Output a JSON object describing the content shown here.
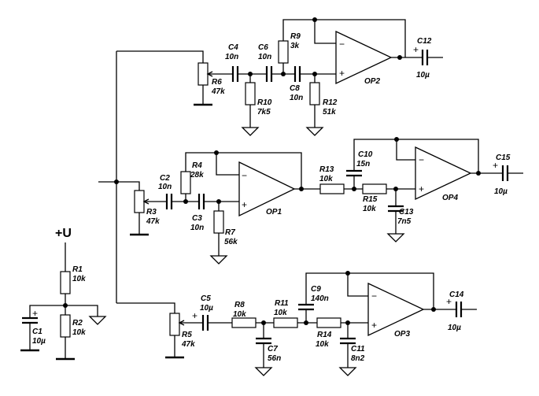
{
  "supply": {
    "label": "+U"
  },
  "components": {
    "R1": {
      "name": "R1",
      "value": "10k"
    },
    "R2": {
      "name": "R2",
      "value": "10k"
    },
    "C1": {
      "name": "C1",
      "value": "10µ"
    },
    "R3": {
      "name": "R3",
      "value": "47k"
    },
    "R4": {
      "name": "R4",
      "value": "28k"
    },
    "R5": {
      "name": "R5",
      "value": "47k"
    },
    "R6": {
      "name": "R6",
      "value": "47k"
    },
    "R7": {
      "name": "R7",
      "value": "56k"
    },
    "R8": {
      "name": "R8",
      "value": "10k"
    },
    "R9": {
      "name": "R9",
      "value": "3k"
    },
    "R10": {
      "name": "R10",
      "value": "7k5"
    },
    "R11": {
      "name": "R11",
      "value": "10k"
    },
    "R12": {
      "name": "R12",
      "value": "51k"
    },
    "R13": {
      "name": "R13",
      "value": "10k"
    },
    "R14": {
      "name": "R14",
      "value": "10k"
    },
    "R15": {
      "name": "R15",
      "value": "10k"
    },
    "C2": {
      "name": "C2",
      "value": "10n"
    },
    "C3": {
      "name": "C3",
      "value": "10n"
    },
    "C4": {
      "name": "C4",
      "value": "10n"
    },
    "C5": {
      "name": "C5",
      "value": "10µ"
    },
    "C6": {
      "name": "C6",
      "value": "10n"
    },
    "C7": {
      "name": "C7",
      "value": "56n"
    },
    "C8": {
      "name": "C8",
      "value": "10n"
    },
    "C9": {
      "name": "C9",
      "value": "140n"
    },
    "C10": {
      "name": "C10",
      "value": "15n"
    },
    "C11": {
      "name": "C11",
      "value": "8n2"
    },
    "C12": {
      "name": "C12",
      "value": "10µ"
    },
    "C13": {
      "name": "C13",
      "value": "7n5"
    },
    "C14": {
      "name": "C14",
      "value": "10µ"
    },
    "C15": {
      "name": "C15",
      "value": "10µ"
    }
  },
  "opamps": {
    "OP1": {
      "name": "OP1"
    },
    "OP2": {
      "name": "OP2"
    },
    "OP3": {
      "name": "OP3"
    },
    "OP4": {
      "name": "OP4"
    }
  },
  "symbols": {
    "minus": "−",
    "plus": "+",
    "polarity": "+"
  }
}
